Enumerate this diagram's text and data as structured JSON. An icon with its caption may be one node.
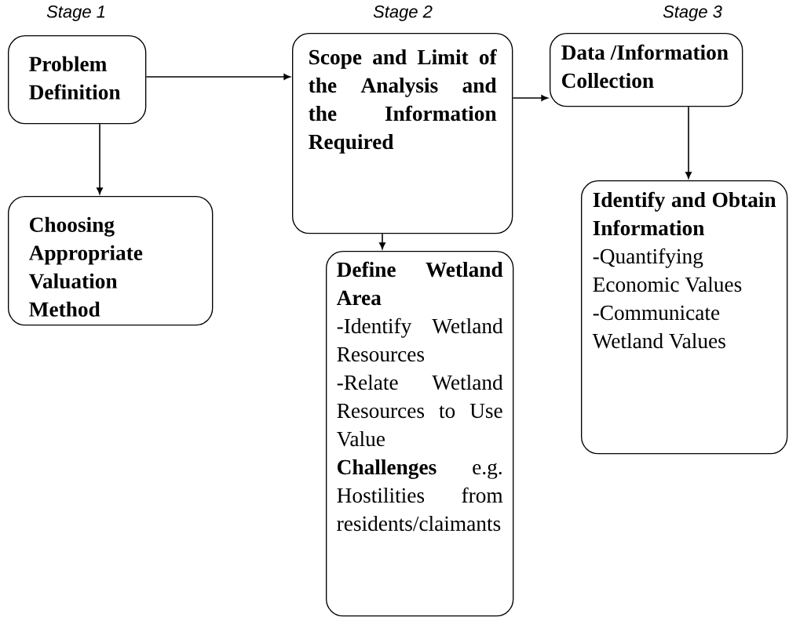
{
  "diagram": {
    "nodes": [
      {
        "text": [
          "Problem Definition"
        ],
        "beside": [
          "Stage 1"
        ]
      },
      {
        "text": [
          "Choosing Appropriate Valuation Method"
        ]
      },
      {
        "text": [
          "Scope and Limit of the Analysis and the Information Required"
        ],
        "beside": [
          "Stage 2"
        ]
      },
      {
        "text": [
          "Define Wetland Area",
          "-Identify Wetland Resources",
          "-Relate Wetland Resources to Use Value",
          "**Challenges** e.g. Hostilities from residents/claimants"
        ]
      },
      {
        "text": [
          "Data /Information Collection"
        ],
        "beside": [
          "Stage 3"
        ]
      },
      {
        "text": [
          "Identify and Obtain Information",
          "-Quantifying Economic Values",
          "-Communicate Wetland Values"
        ]
      }
    ],
    "edges": [
      {
        "from": 0,
        "to": 2,
        "arrow": "to"
      },
      {
        "from": 0,
        "to": 1,
        "arrow": "to"
      },
      {
        "from": 2,
        "to": 4,
        "arrow": "to"
      },
      {
        "from": 2,
        "to": 3,
        "arrow": "to"
      },
      {
        "from": 4,
        "to": 5,
        "arrow": "to"
      }
    ]
  }
}
